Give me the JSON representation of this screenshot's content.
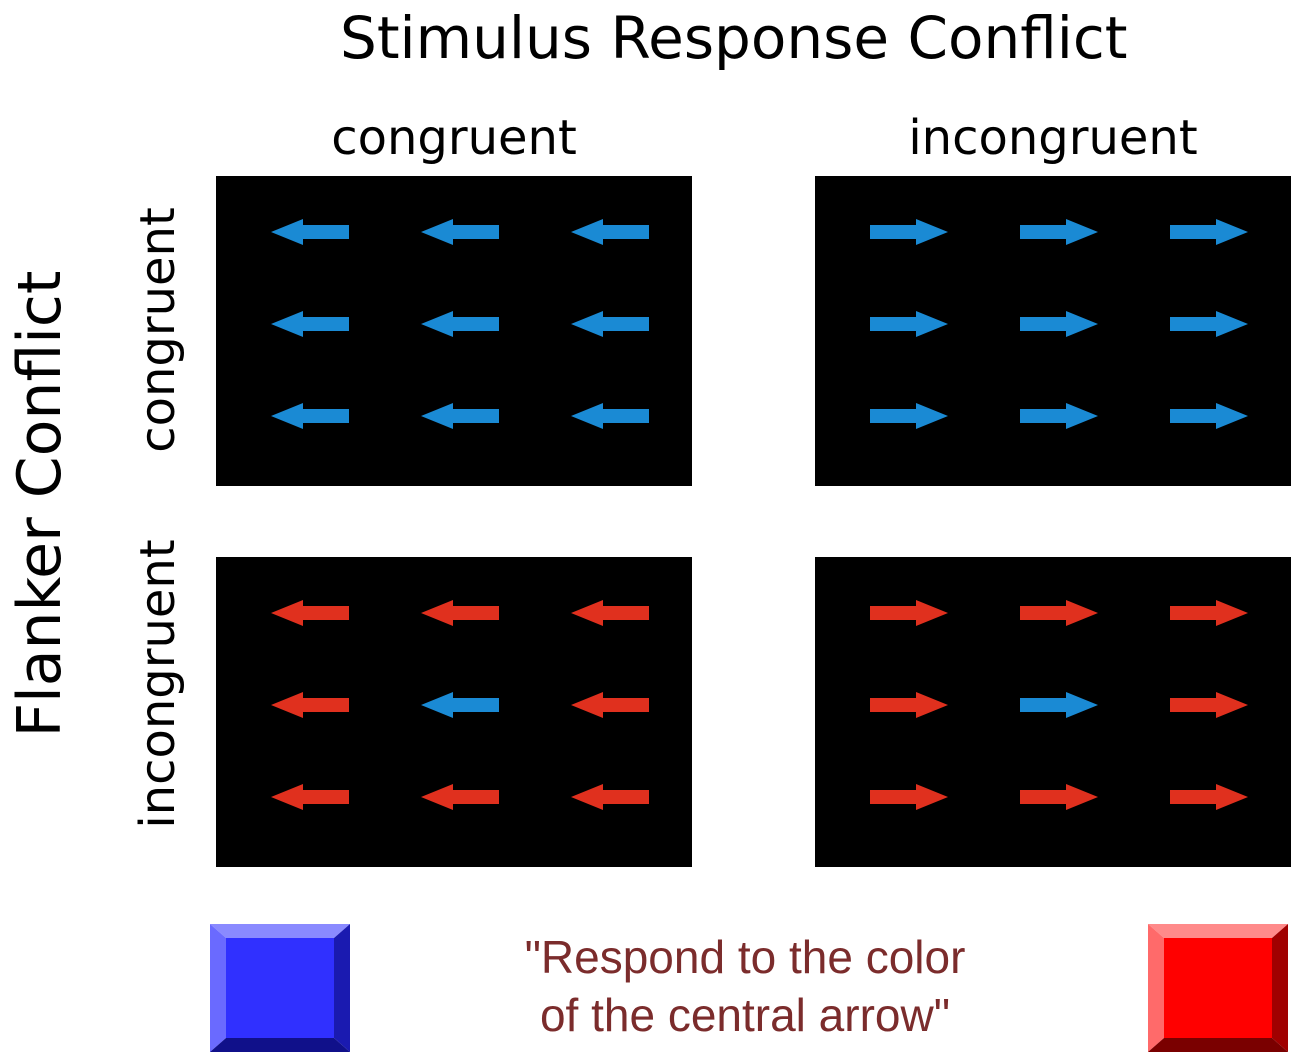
{
  "title": "Stimulus Response Conflict",
  "y_axis_label": "Flanker Conflict",
  "column_labels": [
    "congruent",
    "incongruent"
  ],
  "row_labels": [
    "congruent",
    "incongruent"
  ],
  "colors": {
    "blue_arrow": "#1a8ad4",
    "red_arrow": "#e0301e",
    "panel_bg": "#000000",
    "blue_key": "#3030ff",
    "red_key": "#ff0000",
    "instruction_text": "#7b2c2c"
  },
  "panels": [
    {
      "row": 0,
      "col": 0,
      "grid": [
        [
          {
            "dir": "left",
            "color": "blue"
          },
          {
            "dir": "left",
            "color": "blue"
          },
          {
            "dir": "left",
            "color": "blue"
          }
        ],
        [
          {
            "dir": "left",
            "color": "blue"
          },
          {
            "dir": "left",
            "color": "blue"
          },
          {
            "dir": "left",
            "color": "blue"
          }
        ],
        [
          {
            "dir": "left",
            "color": "blue"
          },
          {
            "dir": "left",
            "color": "blue"
          },
          {
            "dir": "left",
            "color": "blue"
          }
        ]
      ]
    },
    {
      "row": 0,
      "col": 1,
      "grid": [
        [
          {
            "dir": "right",
            "color": "blue"
          },
          {
            "dir": "right",
            "color": "blue"
          },
          {
            "dir": "right",
            "color": "blue"
          }
        ],
        [
          {
            "dir": "right",
            "color": "blue"
          },
          {
            "dir": "right",
            "color": "blue"
          },
          {
            "dir": "right",
            "color": "blue"
          }
        ],
        [
          {
            "dir": "right",
            "color": "blue"
          },
          {
            "dir": "right",
            "color": "blue"
          },
          {
            "dir": "right",
            "color": "blue"
          }
        ]
      ]
    },
    {
      "row": 1,
      "col": 0,
      "grid": [
        [
          {
            "dir": "left",
            "color": "red"
          },
          {
            "dir": "left",
            "color": "red"
          },
          {
            "dir": "left",
            "color": "red"
          }
        ],
        [
          {
            "dir": "left",
            "color": "red"
          },
          {
            "dir": "left",
            "color": "blue"
          },
          {
            "dir": "left",
            "color": "red"
          }
        ],
        [
          {
            "dir": "left",
            "color": "red"
          },
          {
            "dir": "left",
            "color": "red"
          },
          {
            "dir": "left",
            "color": "red"
          }
        ]
      ]
    },
    {
      "row": 1,
      "col": 1,
      "grid": [
        [
          {
            "dir": "right",
            "color": "red"
          },
          {
            "dir": "right",
            "color": "red"
          },
          {
            "dir": "right",
            "color": "red"
          }
        ],
        [
          {
            "dir": "right",
            "color": "red"
          },
          {
            "dir": "right",
            "color": "blue"
          },
          {
            "dir": "right",
            "color": "red"
          }
        ],
        [
          {
            "dir": "right",
            "color": "red"
          },
          {
            "dir": "right",
            "color": "red"
          },
          {
            "dir": "right",
            "color": "red"
          }
        ]
      ]
    }
  ],
  "response_keys": [
    {
      "icon": "blue-key-icon",
      "color": "blue"
    },
    {
      "icon": "red-key-icon",
      "color": "red"
    }
  ],
  "instruction": "\"Respond to the color\nof the central arrow\""
}
